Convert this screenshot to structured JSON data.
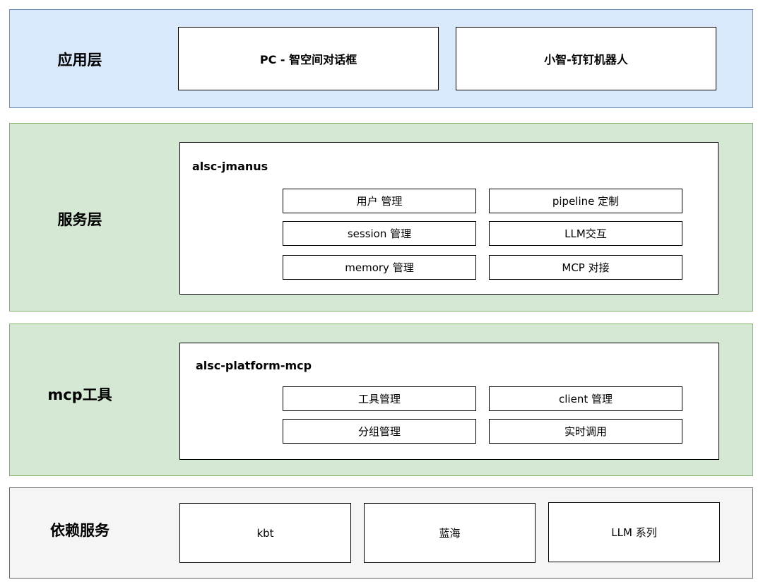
{
  "layers": {
    "app": {
      "title": "应用层",
      "items": [
        "PC - 智空间对话框",
        "小智-钉钉机器人"
      ]
    },
    "service": {
      "title": "服务层",
      "container": {
        "title": "alsc-jmanus",
        "modules": [
          "用户 管理",
          "pipeline 定制",
          "session 管理",
          "LLM交互",
          "memory 管理",
          "MCP 对接"
        ]
      }
    },
    "mcp": {
      "title": "mcp工具",
      "container": {
        "title": "alsc-platform-mcp",
        "modules": [
          "工具管理",
          "client 管理",
          "分组管理",
          "实时调用"
        ]
      }
    },
    "dependency": {
      "title": "依赖服务",
      "items": [
        "kbt",
        "蓝海",
        "LLM 系列"
      ]
    }
  },
  "colors": {
    "app_fill": "#dae8fc",
    "app_stroke": "#6c8ebf",
    "green_fill": "#d5e8d4",
    "green_stroke": "#82b366",
    "grey_fill": "#f5f5f5",
    "grey_stroke": "#666666"
  }
}
